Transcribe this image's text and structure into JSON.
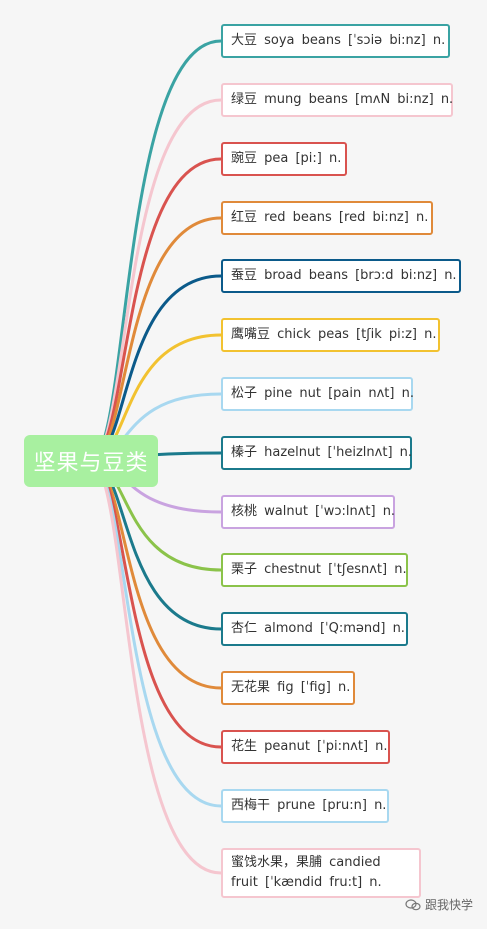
{
  "root": {
    "label": "坚果与豆类",
    "color": "#a8f0a0"
  },
  "items": [
    {
      "label": "大豆  soya  beans  [ˈsɔiə  bi:nz]  n.",
      "color": "#3aa3a3"
    },
    {
      "label": "绿豆  mung  beans  [mʌN  bi:nz]  n.",
      "color": "#f5c6cf"
    },
    {
      "label": "豌豆  pea  [pi:]  n.",
      "color": "#d9534f"
    },
    {
      "label": "红豆  red  beans  [red  bi:nz]  n.",
      "color": "#e08a3a"
    },
    {
      "label": "蚕豆  broad  beans  [brɔ:d  bi:nz]  n.",
      "color": "#0b5a8a"
    },
    {
      "label": "鹰嘴豆  chick  peas  [tʃik  pi:z]  n.",
      "color": "#f2c230"
    },
    {
      "label": "松子  pine  nut  [pain  nʌt]  n.",
      "color": "#a8d8f0"
    },
    {
      "label": "榛子  hazelnut  [ˈheizlnʌt]  n.",
      "color": "#1b7a8c"
    },
    {
      "label": "核桃  walnut  [ˈwɔ:lnʌt]  n.",
      "color": "#c9a3e0"
    },
    {
      "label": "栗子  chestnut  [ˈtʃesnʌt]  n.",
      "color": "#8bc34a"
    },
    {
      "label": "杏仁  almond  [ˈQ:mənd]  n.",
      "color": "#1b7a8c"
    },
    {
      "label": "无花果  fig  [ˈfig]  n.",
      "color": "#e08a3a"
    },
    {
      "label": "花生  peanut  [ˈpi:nʌt]  n.",
      "color": "#d9534f"
    },
    {
      "label": "西梅干  prune  [pru:n]  n.",
      "color": "#a8d8f0"
    },
    {
      "label": "蜜饯水果，果脯  candied  fruit  [ˈkændid  fru:t]  n.",
      "color": "#f5c6cf"
    }
  ],
  "watermark": {
    "text": "跟我快学"
  }
}
